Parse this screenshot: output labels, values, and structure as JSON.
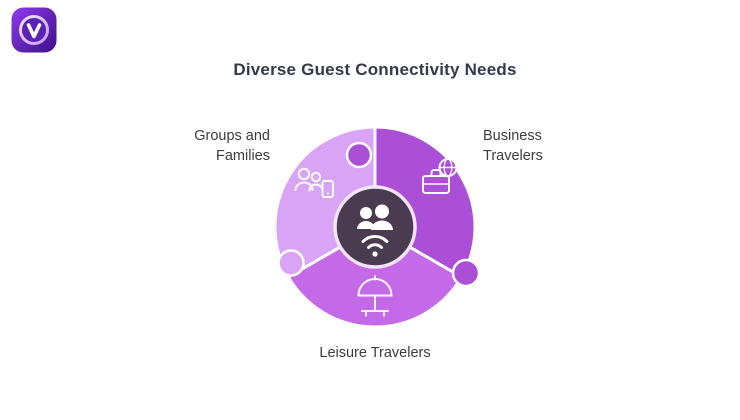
{
  "title": "Diverse Guest Connectivity Needs",
  "colors": {
    "background": "#ffffff",
    "title_text": "#333a4c",
    "label_text": "#3c3c3c",
    "segment_groups": "#d9a4f5",
    "segment_business": "#ab4fd6",
    "segment_leisure": "#c46ae9",
    "center_circle": "#4a3b50",
    "icon_stroke": "#ffffff"
  },
  "diagram": {
    "segments": [
      {
        "id": "groups",
        "label": "Groups and Families",
        "icon": "family-with-phone-icon"
      },
      {
        "id": "business",
        "label": "Business Travelers",
        "icon": "briefcase-globe-icon"
      },
      {
        "id": "leisure",
        "label": "Leisure Travelers",
        "icon": "beach-umbrella-icon"
      }
    ],
    "center_icon": "guest-group-wifi-icon"
  }
}
